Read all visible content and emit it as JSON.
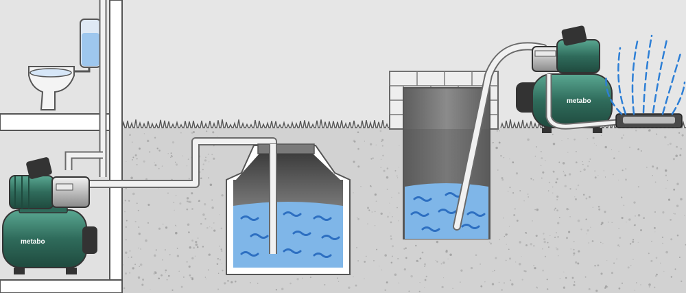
{
  "brand": {
    "logo_text": "metabo"
  },
  "colors": {
    "sky": "#e6e6e6",
    "soil": "#d2d2d2",
    "soil_speck": "#9a9a9a",
    "pump_green": "#2f6b5b",
    "pump_green_light": "#4d9a86",
    "water": "#7fb6e8",
    "water_deep": "#5a9ad6",
    "wave": "#2d6fc1",
    "pipe": "#f1f1f1",
    "pipe_outline": "#6a6a6a",
    "wall_dark": "#5a5a5a",
    "spray": "#2d7fd6"
  },
  "scene": {
    "elements": [
      "house-cutaway",
      "toilet-cistern",
      "basement-booster-pump",
      "rainwater-tank",
      "garden-well",
      "garden-booster-pump",
      "lawn-sprinkler"
    ]
  }
}
